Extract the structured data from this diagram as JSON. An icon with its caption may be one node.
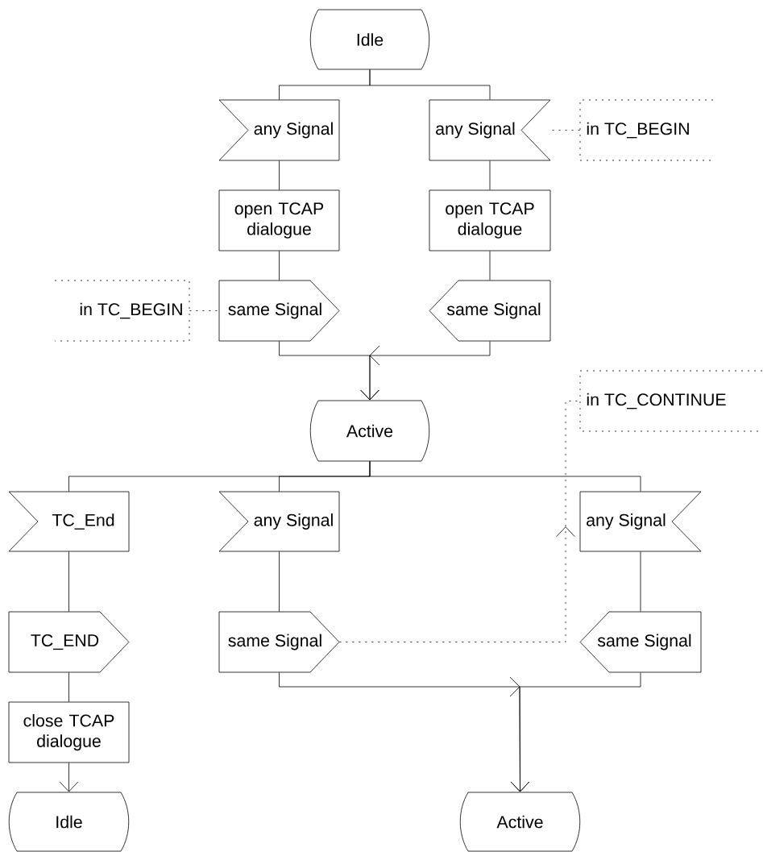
{
  "diagram": {
    "nodes": [
      {
        "text": [
          "Idle"
        ]
      },
      {
        "text": [
          "any Signal"
        ]
      },
      {
        "text": [
          "any Signal"
        ]
      },
      {
        "text": [
          "in TC_BEGIN"
        ]
      },
      {
        "text": [
          "open TCAP dialogue"
        ]
      },
      {
        "text": [
          "open TCAP dialogue"
        ]
      },
      {
        "text": [
          "in TC_BEGIN"
        ]
      },
      {
        "text": [
          "same Signal"
        ]
      },
      {
        "text": [
          "same Signal"
        ]
      },
      {
        "text": [
          "Active"
        ]
      },
      {
        "text": [
          "in TC_CONTINUE"
        ]
      },
      {
        "text": [
          "TC_End"
        ]
      },
      {
        "text": [
          "any Signal"
        ]
      },
      {
        "text": [
          "any Signal"
        ]
      },
      {
        "text": [
          "TC_END"
        ]
      },
      {
        "text": [
          "same Signal"
        ]
      },
      {
        "text": [
          "same Signal"
        ]
      },
      {
        "text": [
          "close TCAP dialogue"
        ]
      },
      {
        "text": [
          "Idle"
        ]
      },
      {
        "text": [
          "Active"
        ]
      }
    ],
    "edges": [
      {
        "from": 0,
        "to": 1,
        "arrow": "none"
      },
      {
        "from": 0,
        "to": 2,
        "arrow": "none"
      },
      {
        "from": 1,
        "to": 4,
        "arrow": "none"
      },
      {
        "from": 4,
        "to": 7,
        "arrow": "none"
      },
      {
        "from": 2,
        "to": 5,
        "arrow": "none"
      },
      {
        "from": 5,
        "to": 8,
        "arrow": "none"
      },
      {
        "from": 3,
        "to": 2,
        "arrow": "none",
        "style": "dashed"
      },
      {
        "from": 6,
        "to": 7,
        "arrow": "none",
        "style": "dashed"
      },
      {
        "from": 7,
        "to": 9,
        "arrow": "to"
      },
      {
        "from": 8,
        "to": 9,
        "arrow": "to"
      },
      {
        "from": 9,
        "to": 11,
        "arrow": "none"
      },
      {
        "from": 9,
        "to": 12,
        "arrow": "none"
      },
      {
        "from": 9,
        "to": 13,
        "arrow": "none"
      },
      {
        "from": 11,
        "to": 14,
        "arrow": "none"
      },
      {
        "from": 14,
        "to": 17,
        "arrow": "none"
      },
      {
        "from": 17,
        "to": 18,
        "arrow": "to"
      },
      {
        "from": 12,
        "to": 15,
        "arrow": "none"
      },
      {
        "from": 13,
        "to": 16,
        "arrow": "none"
      },
      {
        "from": 15,
        "to": 19,
        "arrow": "to"
      },
      {
        "from": 16,
        "to": 19,
        "arrow": "to"
      },
      {
        "from": 15,
        "to": 10,
        "arrow": "to",
        "style": "dashed"
      }
    ]
  }
}
